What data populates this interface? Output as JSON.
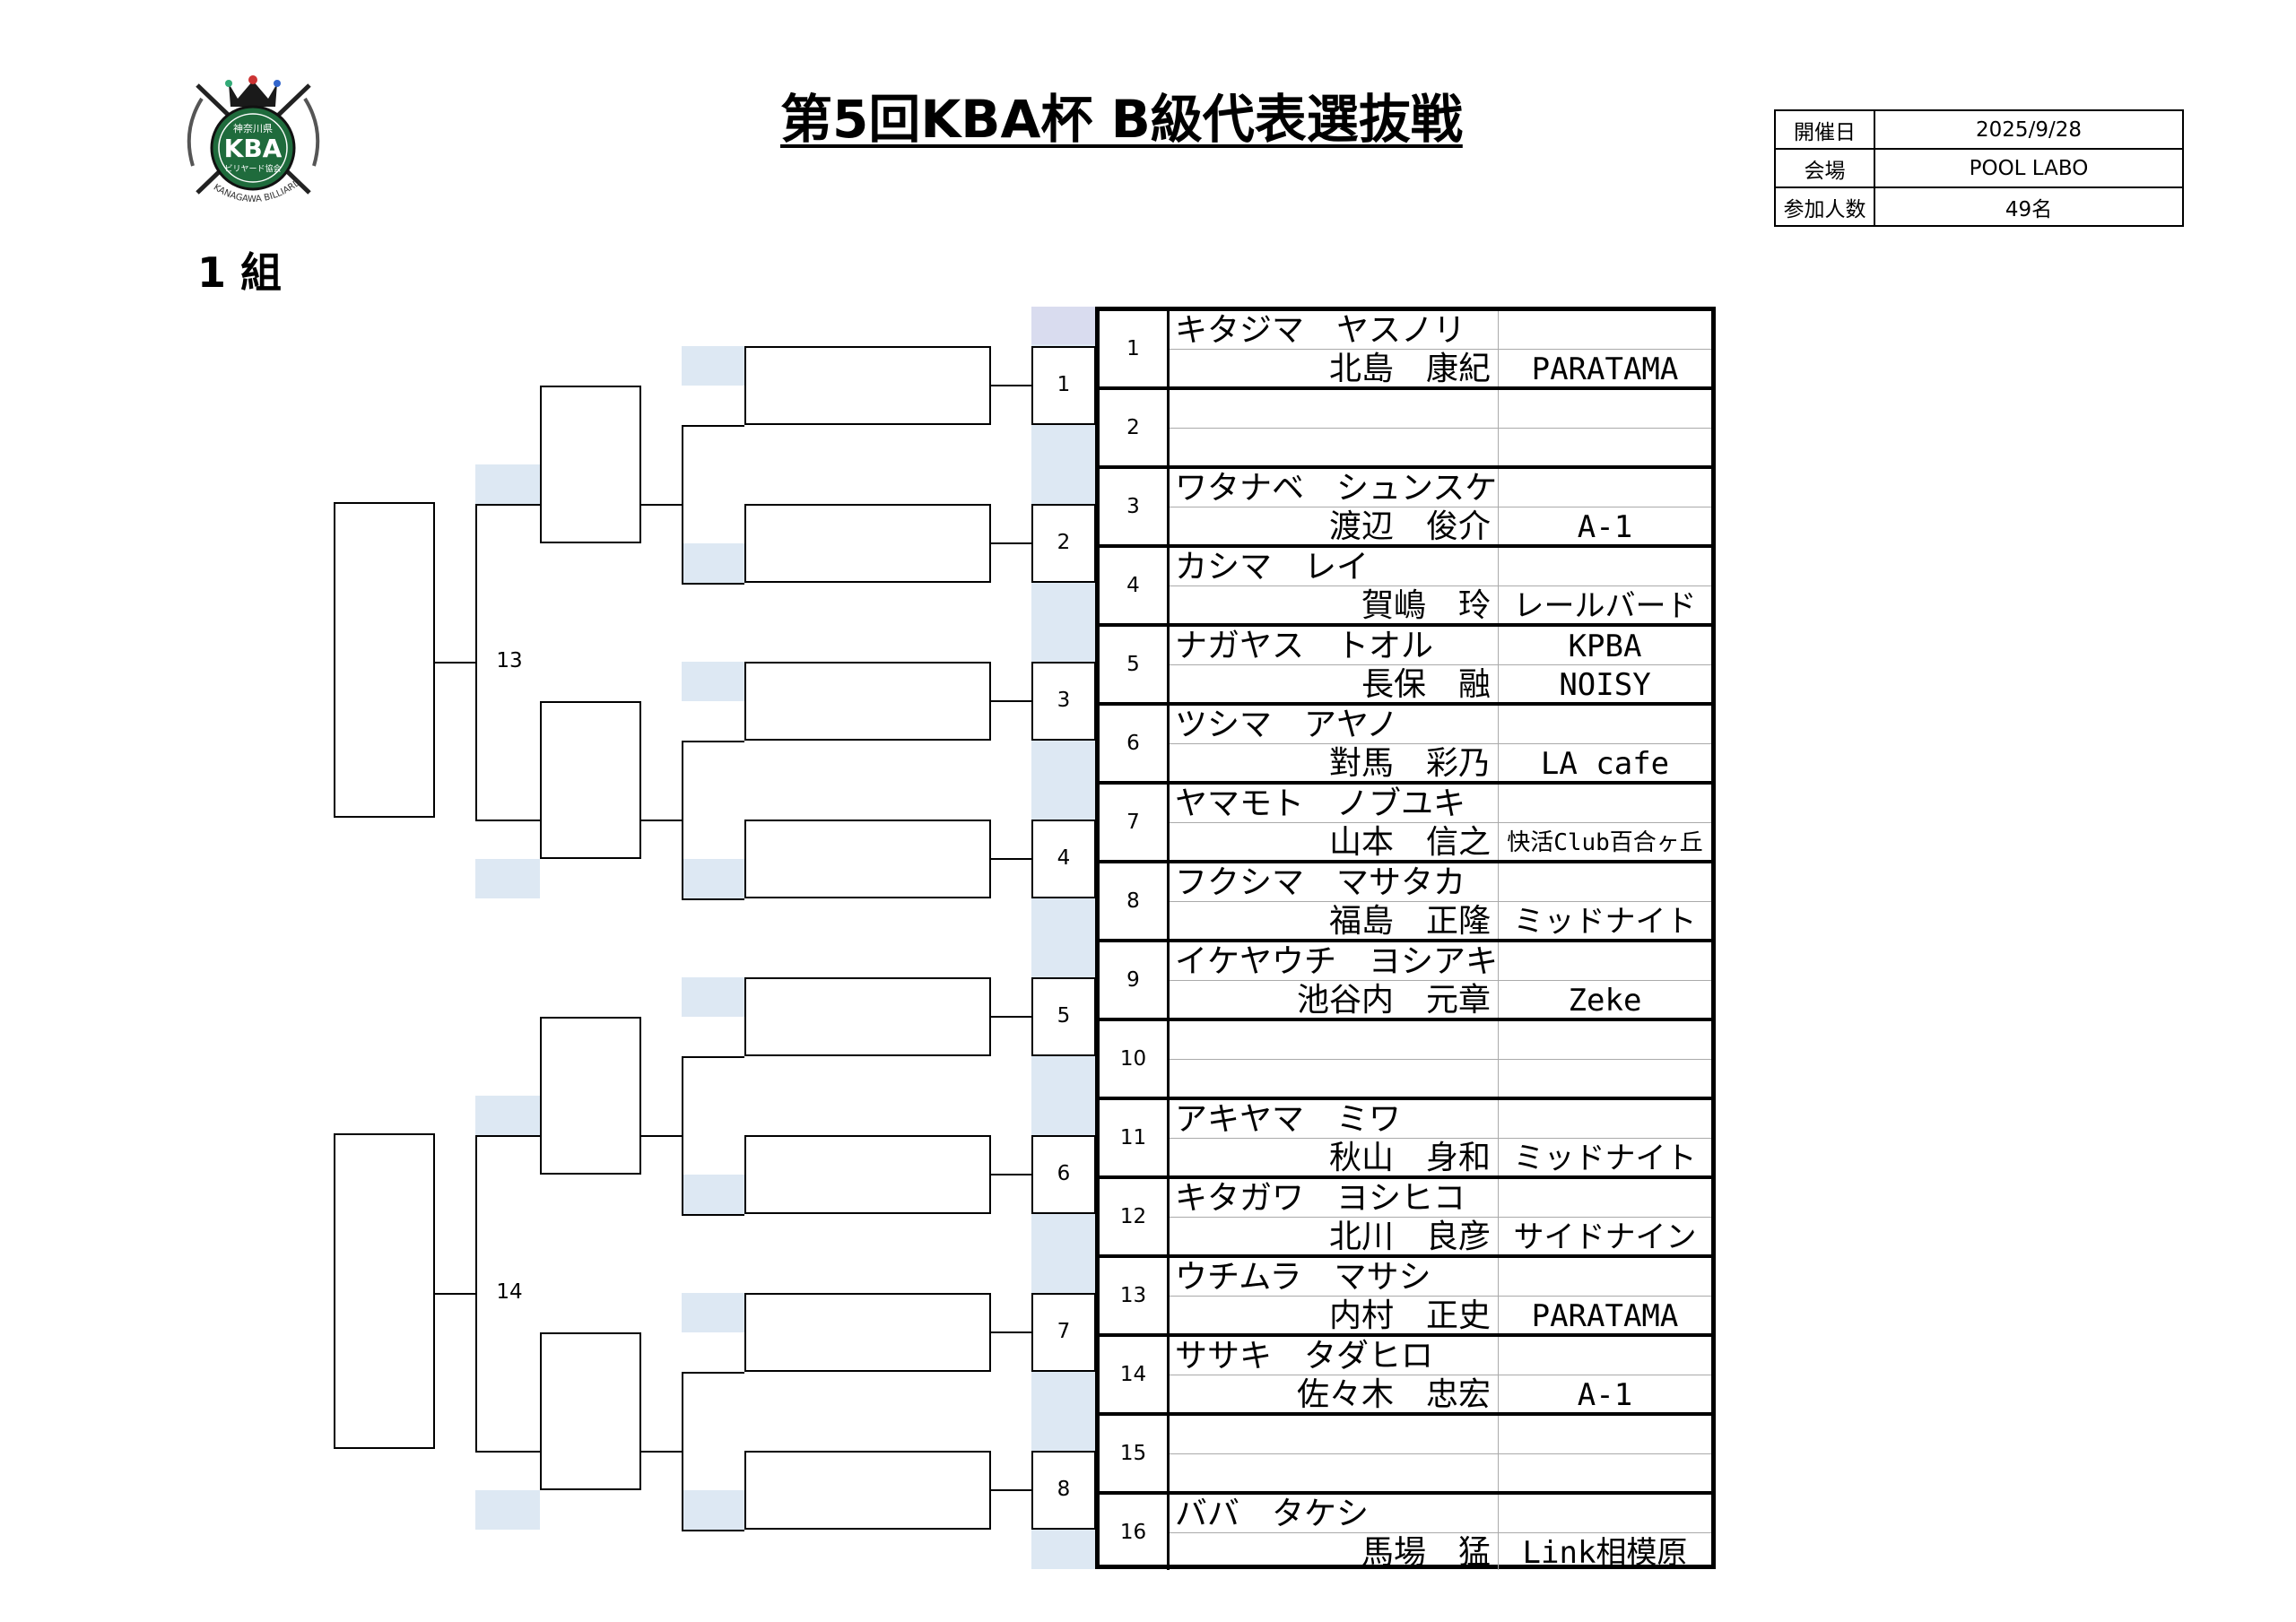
{
  "title": "第5回KBA杯 B級代表選抜戦",
  "group_label": "1 組",
  "logo": {
    "text_main": "KBA",
    "text_top": "神奈川県",
    "text_sub": "ビリヤード協会",
    "ring_text": "KANAGAWA BILLIARD"
  },
  "info": [
    {
      "label": "開催日",
      "value": "2025/9/28"
    },
    {
      "label": "会場",
      "value": "POOL LABO"
    },
    {
      "label": "参加人数",
      "value": "49名"
    }
  ],
  "match_numbers": {
    "r1": [
      "1",
      "2",
      "3",
      "4",
      "5",
      "6",
      "7",
      "8"
    ],
    "semi": [
      "13",
      "14"
    ]
  },
  "players": [
    {
      "seed": "1",
      "kana": "キタジマ　ヤスノリ",
      "kanji": "北島　康紀",
      "club1": "",
      "club2": "PARATAMA"
    },
    {
      "seed": "2",
      "kana": "",
      "kanji": "",
      "club1": "",
      "club2": ""
    },
    {
      "seed": "3",
      "kana": "ワタナベ　シュンスケ",
      "kanji": "渡辺　俊介",
      "club1": "",
      "club2": "A-1"
    },
    {
      "seed": "4",
      "kana": "カシマ　レイ",
      "kanji": "賀嶋　玲",
      "club1": "",
      "club2": "レールバード"
    },
    {
      "seed": "5",
      "kana": "ナガヤス　トオル",
      "kanji": "長保　融",
      "club1": "KPBA",
      "club2": "NOISY"
    },
    {
      "seed": "6",
      "kana": "ツシマ　アヤノ",
      "kanji": "對馬　彩乃",
      "club1": "",
      "club2": "LA cafe"
    },
    {
      "seed": "7",
      "kana": "ヤマモト　ノブユキ",
      "kanji": "山本　信之",
      "club1": "",
      "club2": "快活Club百合ヶ丘"
    },
    {
      "seed": "8",
      "kana": "フクシマ　マサタカ",
      "kanji": "福島　正隆",
      "club1": "",
      "club2": "ミッドナイト"
    },
    {
      "seed": "9",
      "kana": "イケヤウチ　ヨシアキ",
      "kanji": "池谷内　元章",
      "club1": "",
      "club2": "Zeke"
    },
    {
      "seed": "10",
      "kana": "",
      "kanji": "",
      "club1": "",
      "club2": ""
    },
    {
      "seed": "11",
      "kana": "アキヤマ　ミワ",
      "kanji": "秋山　身和",
      "club1": "",
      "club2": "ミッドナイト"
    },
    {
      "seed": "12",
      "kana": "キタガワ　ヨシヒコ",
      "kanji": "北川　良彦",
      "club1": "",
      "club2": "サイドナイン"
    },
    {
      "seed": "13",
      "kana": "ウチムラ　マサシ",
      "kanji": "内村　正史",
      "club1": "",
      "club2": "PARATAMA"
    },
    {
      "seed": "14",
      "kana": "ササキ　タダヒロ",
      "kanji": "佐々木　忠宏",
      "club1": "",
      "club2": "A-1"
    },
    {
      "seed": "15",
      "kana": "",
      "kanji": "",
      "club1": "",
      "club2": ""
    },
    {
      "seed": "16",
      "kana": "ババ　タケシ",
      "kanji": "馬場　猛",
      "club1": "",
      "club2": "Link相模原"
    }
  ]
}
